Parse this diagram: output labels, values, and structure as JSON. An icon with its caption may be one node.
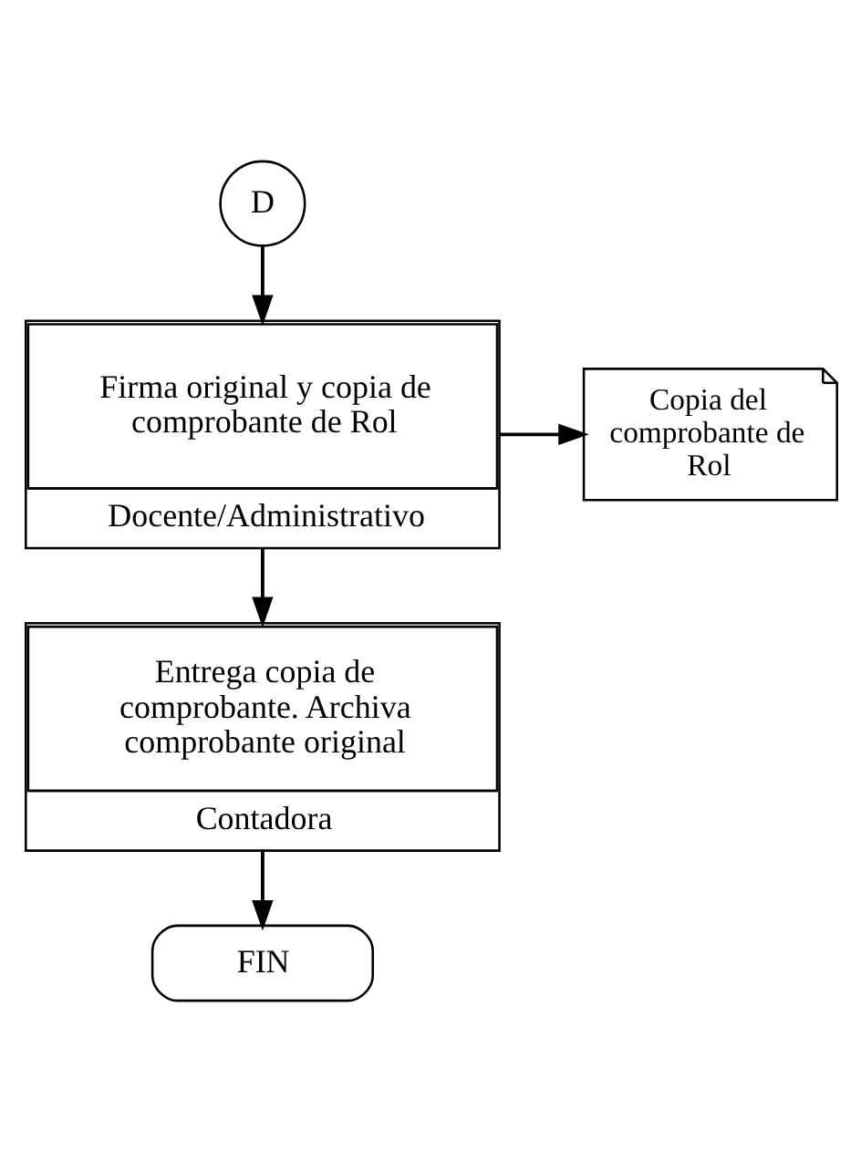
{
  "diagram": {
    "nodes": [
      {
        "text": [
          "D"
        ]
      },
      {
        "text": [
          "Firma original y copia de comprobante de Rol",
          "Docente/Administrativo"
        ]
      },
      {
        "text": [
          "Copia del comprobante de Rol"
        ]
      },
      {
        "text": [
          "Entrega copia de comprobante. Archiva comprobante original",
          "Contadora"
        ]
      },
      {
        "text": [
          "FIN"
        ]
      }
    ],
    "edges": [
      {
        "from": 0,
        "to": 1,
        "arrow": "to"
      },
      {
        "from": 1,
        "to": 2,
        "arrow": "to"
      },
      {
        "from": 1,
        "to": 3,
        "arrow": "to"
      },
      {
        "from": 3,
        "to": 4,
        "arrow": "to"
      }
    ]
  }
}
